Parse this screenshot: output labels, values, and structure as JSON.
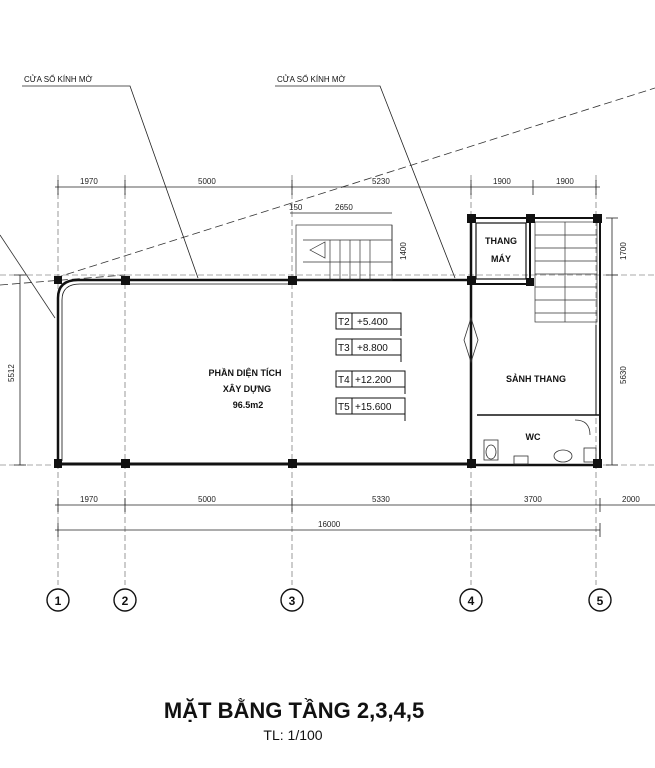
{
  "title": "MẶT BẰNG TẦNG 2,3,4,5",
  "scale": "TL: 1/100",
  "window_notes": [
    "CỬA SỔ KÍNH MỜ",
    "CỬA SỔ KÍNH MỜ"
  ],
  "top_dims": [
    "1970",
    "5000",
    "5230",
    "1900",
    "1900"
  ],
  "stair_dims": [
    "150",
    "2650",
    "1400"
  ],
  "bottom_dims": [
    "1970",
    "5000",
    "5330",
    "3700",
    "2000"
  ],
  "total_dim": "16000",
  "left_dim": "5512",
  "right_dims": [
    "1700",
    "5630"
  ],
  "rooms": {
    "area_label_1": "PHẦN DIỆN TÍCH",
    "area_label_2": "XÂY DỰNG",
    "area_value": "96.5m2",
    "elevator_1": "THANG",
    "elevator_2": "MÁY",
    "lobby": "SẢNH THANG",
    "wc": "WC"
  },
  "levels": [
    {
      "tag": "T2",
      "value": "+5.400"
    },
    {
      "tag": "T3",
      "value": "+8.800"
    },
    {
      "tag": "T4",
      "value": "+12.200"
    },
    {
      "tag": "T5",
      "value": "+15.600"
    }
  ],
  "axes": [
    "1",
    "2",
    "3",
    "4",
    "5"
  ]
}
